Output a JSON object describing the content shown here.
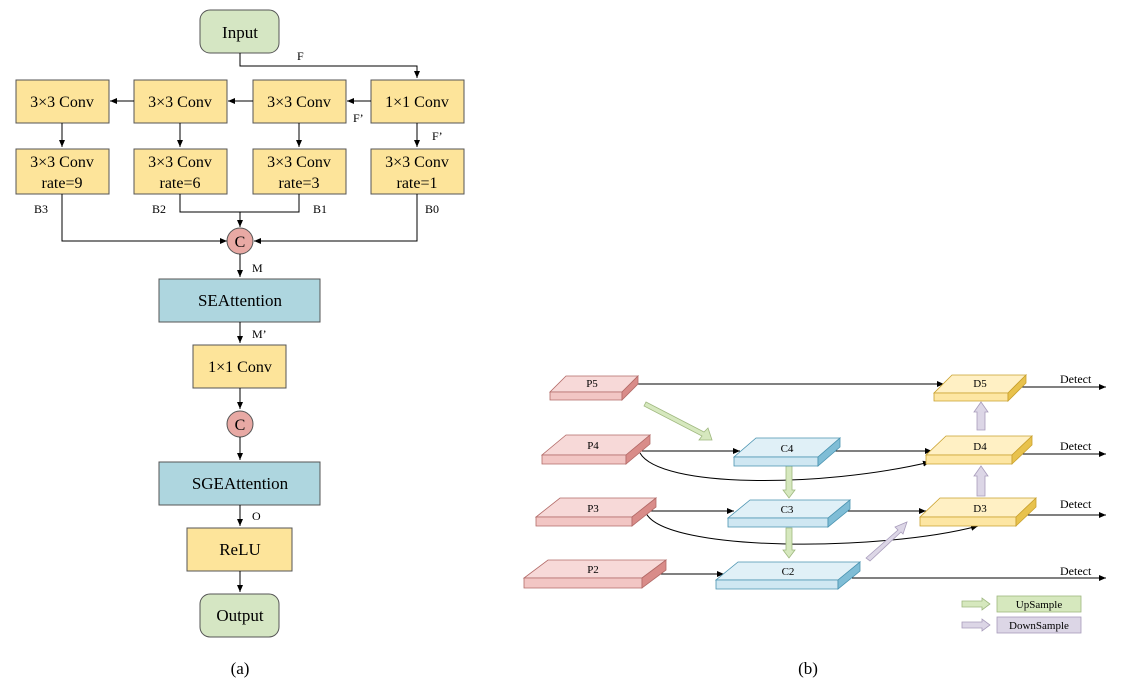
{
  "panel_a": {
    "caption": "(a)",
    "input": "Input",
    "output": "Output",
    "conv_1x1_top": "1×1 Conv",
    "conv_3x3": [
      "3×3 Conv",
      "3×3 Conv",
      "3×3 Conv"
    ],
    "dilated": [
      {
        "line1": "3×3 Conv",
        "line2": "rate=9"
      },
      {
        "line1": "3×3 Conv",
        "line2": "rate=6"
      },
      {
        "line1": "3×3 Conv",
        "line2": "rate=3"
      },
      {
        "line1": "3×3 Conv",
        "line2": "rate=1"
      }
    ],
    "concat_symbol": "C",
    "se_attention": "SEAttention",
    "conv_1x1_mid": "1×1 Conv",
    "sge_attention": "SGEAttention",
    "relu": "ReLU",
    "labels": {
      "F": "F",
      "F_prime_1": "F’",
      "F_prime_2": "F’",
      "B3": "B3",
      "B2": "B2",
      "B1": "B1",
      "B0": "B0",
      "M": "M",
      "M_prime": "M’",
      "O": "O"
    },
    "colors": {
      "input_output": "#d5e6c3",
      "conv": "#fde49a",
      "attention": "#aed6df",
      "concat": "#e8a9a4"
    }
  },
  "panel_b": {
    "caption": "(b)",
    "p_nodes": [
      "P5",
      "P4",
      "P3",
      "P2"
    ],
    "c_nodes": [
      "C4",
      "C3",
      "C2"
    ],
    "d_nodes": [
      "D5",
      "D4",
      "D3"
    ],
    "detect_labels": [
      "Detect",
      "Detect",
      "Detect",
      "Detect"
    ],
    "legend": {
      "upsample": "UpSample",
      "downsample": "DownSample"
    },
    "colors": {
      "p_face": "#f2c6c4",
      "p_side": "#d98c89",
      "c_face": "#cfe7f2",
      "c_side": "#7fbdd6",
      "d_face": "#fde6a3",
      "d_side": "#e8c24d",
      "upsample": "#d6e8be",
      "downsample": "#dcd6e6"
    }
  }
}
